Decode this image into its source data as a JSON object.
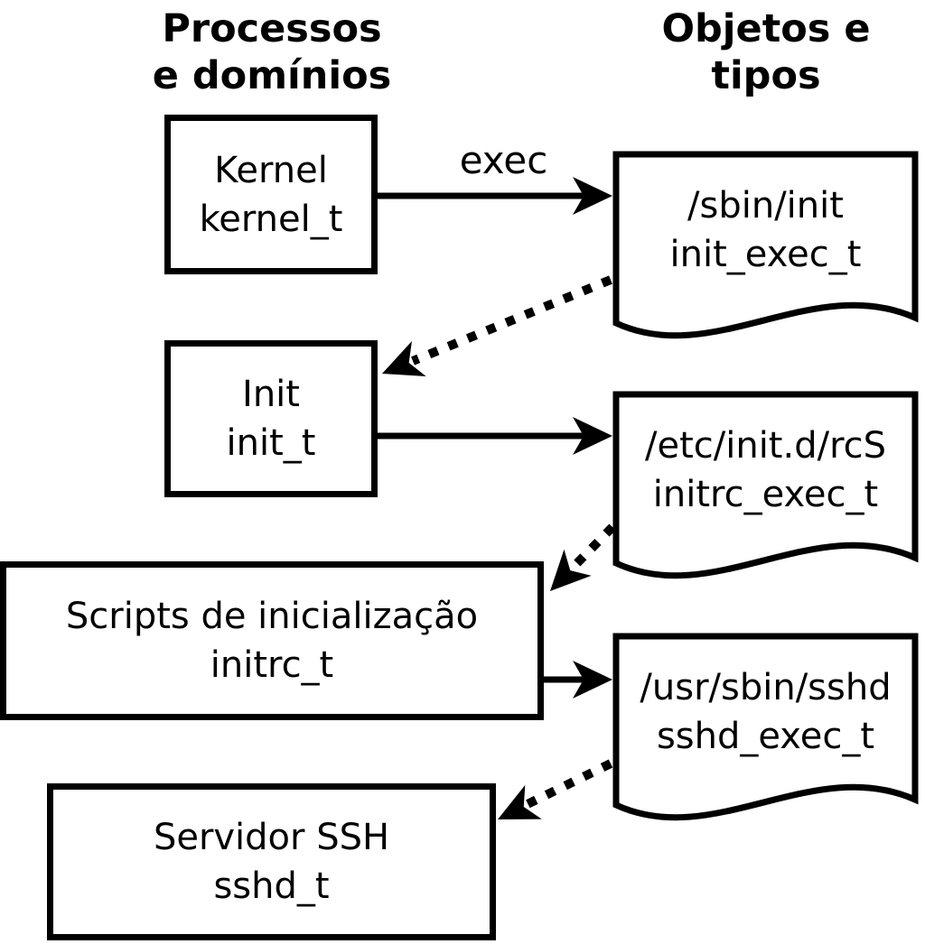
{
  "headers": {
    "left": {
      "line1": "Processos",
      "line2": "e domínios"
    },
    "right": {
      "line1": "Objetos e",
      "line2": "tipos"
    }
  },
  "processes": [
    {
      "name": "Kernel",
      "type": "kernel_t"
    },
    {
      "name": "Init",
      "type": "init_t"
    },
    {
      "name": "Scripts de inicialização",
      "type": "initrc_t"
    },
    {
      "name": "Servidor SSH",
      "type": "sshd_t"
    }
  ],
  "objects": [
    {
      "path": "/sbin/init",
      "type": "init_exec_t"
    },
    {
      "path": "/etc/init.d/rcS",
      "type": "initrc_exec_t"
    },
    {
      "path": "/usr/sbin/sshd",
      "type": "sshd_exec_t"
    }
  ],
  "labels": {
    "exec": "exec"
  },
  "colors": {
    "stroke": "#000000",
    "fill": "#ffffff",
    "background": "#ffffff"
  }
}
